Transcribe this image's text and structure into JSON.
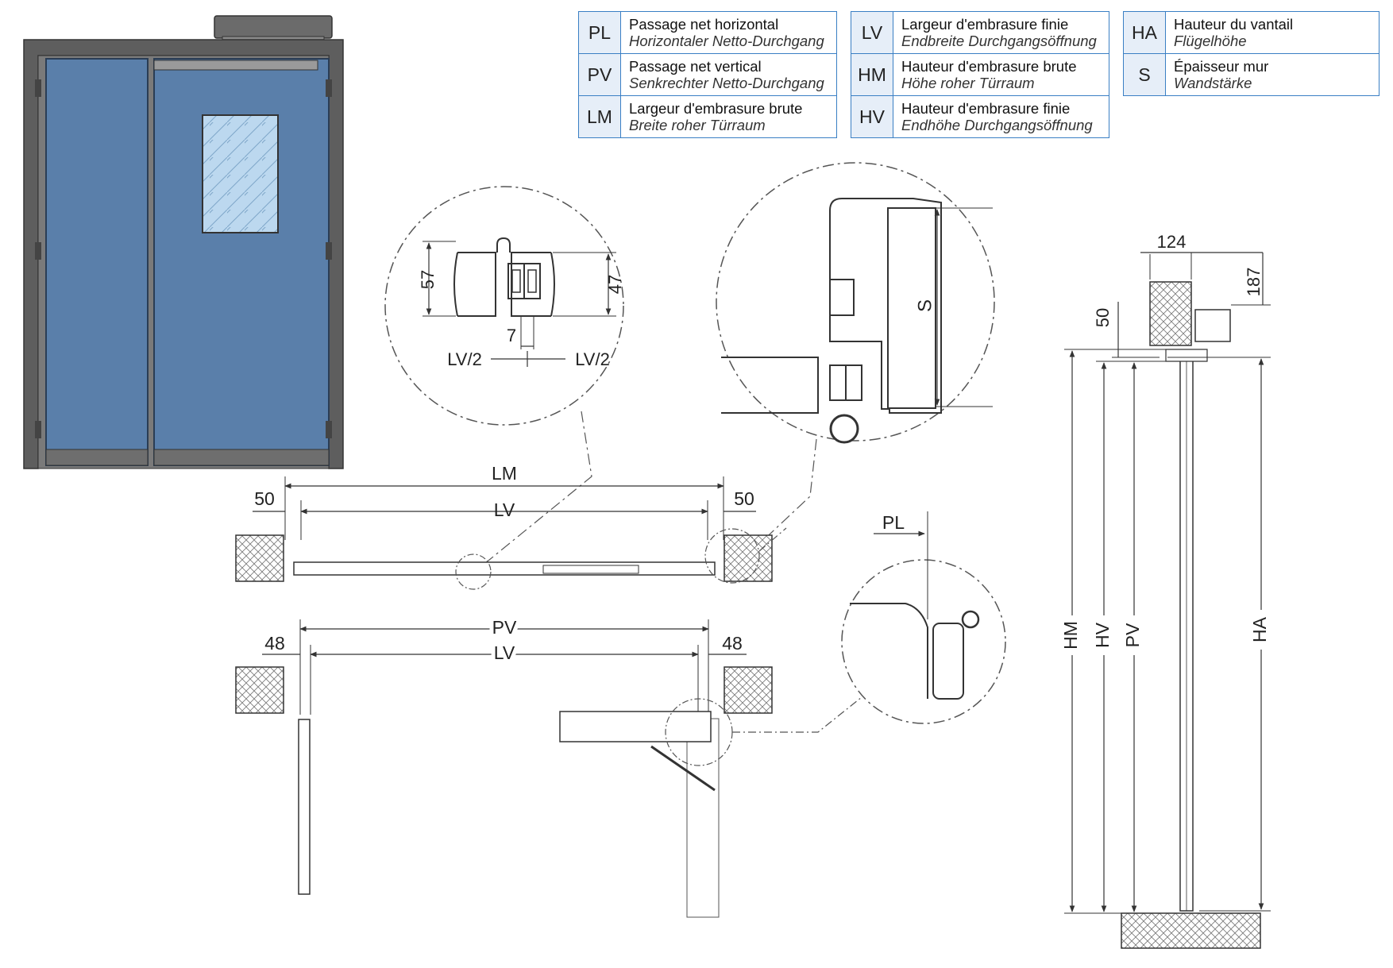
{
  "legend": [
    {
      "code": "PL",
      "fr": "Passage net horizontal",
      "de": "Horizontaler Netto-Durchgang"
    },
    {
      "code": "PV",
      "fr": "Passage net vertical",
      "de": "Senkrechter Netto-Durchgang"
    },
    {
      "code": "LM",
      "fr": "Largeur d'embrasure brute",
      "de": "Breite roher Türraum"
    },
    {
      "code": "LV",
      "fr": "Largeur d'embrasure finie",
      "de": "Endbreite Durchgangsöffnung"
    },
    {
      "code": "HM",
      "fr": "Hauteur d'embrasure brute",
      "de": "Höhe roher Türraum"
    },
    {
      "code": "HV",
      "fr": "Hauteur d'embrasure finie",
      "de": "Endhöhe Durchgangsöffnung"
    },
    {
      "code": "HA",
      "fr": "Hauteur du vantail",
      "de": "Flügelhöhe"
    },
    {
      "code": "S",
      "fr": "Épaisseur mur",
      "de": "Wandstärke"
    }
  ],
  "dimensions": {
    "lm": "LM",
    "lv": "LV",
    "pv": "PV",
    "pl": "PL",
    "s": "S",
    "hm": "HM",
    "hv": "HV",
    "ha": "HA",
    "lv_half": "LV/2",
    "frame_50": "50",
    "frame_48": "48",
    "gap_7": "7",
    "h57": "57",
    "h47": "47",
    "d124": "124",
    "d187": "187",
    "d50": "50"
  },
  "colors": {
    "legend_border": "#3a7fc4",
    "legend_code_bg": "#e6eef8",
    "door_blue": "#5a7faa",
    "frame_gray": "#5e5e5e",
    "glass": "#bcd8ef",
    "line": "#333333"
  }
}
